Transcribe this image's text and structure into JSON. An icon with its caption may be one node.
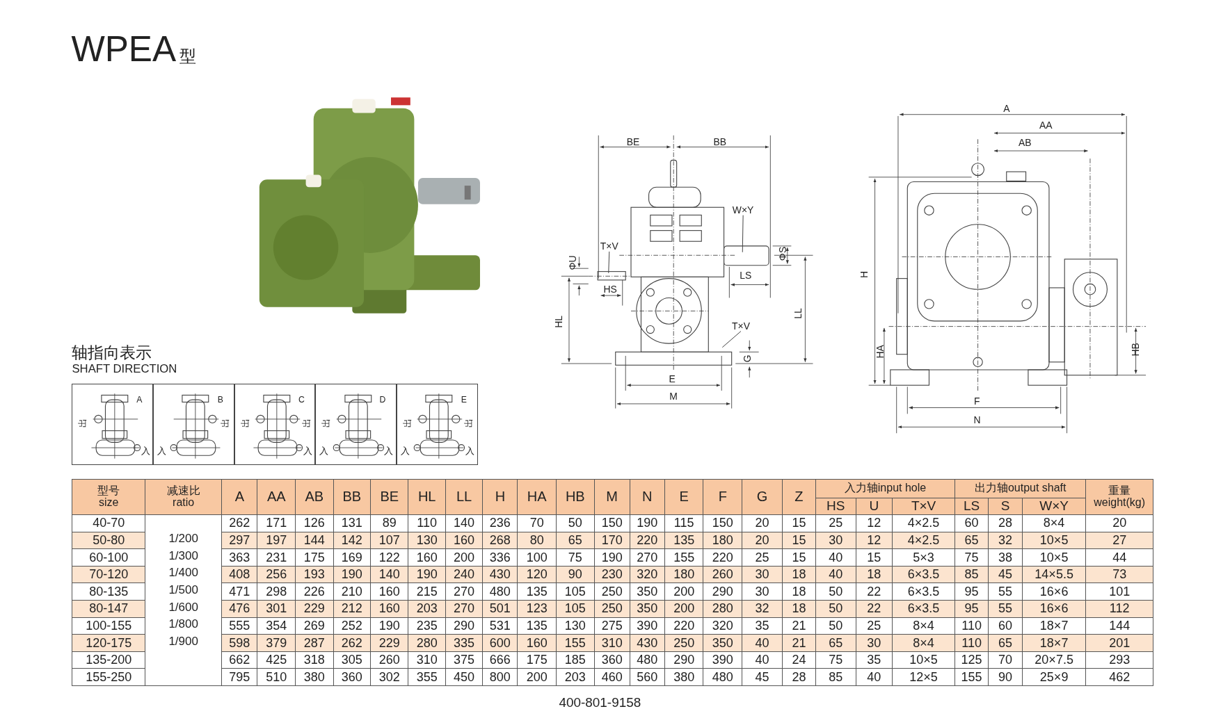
{
  "diagram": {
    "title": "WPEA",
    "nodes": [
      {
        "text": [
          "W×Y"
        ]
      },
      {
        "text": [
          "T×V"
        ]
      },
      {
        "text": [
          "T×V"
        ]
      }
    ],
    "edges": [
      {
        "from": 0,
        "to": null,
        "arrow": "none"
      },
      {
        "from": 1,
        "to": null,
        "arrow": "none"
      },
      {
        "from": 2,
        "to": null,
        "arrow": "none"
      }
    ],
    "labels": [
      "型",
      "BE",
      "BB",
      "ΦU",
      "ΦS",
      "LS",
      "HS",
      "HL",
      "LL",
      "G",
      "E",
      "M",
      "A",
      "AA",
      "AB",
      "H",
      "HA",
      "HB",
      "F",
      "N",
      "轴指向表示",
      "SHAFT DIRECTION",
      "A",
      "出",
      "入",
      "B",
      "出",
      "入",
      "C",
      "出",
      "出",
      "入",
      "D",
      "出",
      "入",
      "入",
      "E",
      "出",
      "出",
      "入",
      "入",
      "型号 size",
      "减速比 ratio",
      "A",
      "AA",
      "AB",
      "BB",
      "BE",
      "HL",
      "LL",
      "H",
      "HA",
      "HB",
      "M",
      "N",
      "E",
      "F",
      "G",
      "Z",
      "入力轴input hole",
      "出力轴output shaft",
      "重量 weight(kg)",
      "HS",
      "U",
      "T×V",
      "LS",
      "S",
      "W×Y",
      "40-70",
      "1/200 1/300 1/400 1/500 1/600 1/800 1/900",
      "262",
      "171",
      "126",
      "131",
      "89",
      "110",
      "140",
      "236",
      "70",
      "50",
      "150",
      "190",
      "115",
      "150",
      "20",
      "15",
      "25",
      "12",
      "4×2.5",
      "60",
      "28",
      "8×4",
      "20",
      "50-80",
      "297",
      "197",
      "144",
      "142",
      "107",
      "130",
      "160",
      "268",
      "80",
      "65",
      "170",
      "220",
      "135",
      "180",
      "20",
      "15",
      "30",
      "12",
      "4×2.5",
      "65",
      "32",
      "10×5",
      "27",
      "60-100",
      "363",
      "231",
      "175",
      "169",
      "122",
      "160",
      "200",
      "336",
      "100",
      "75",
      "190",
      "270",
      "155",
      "220",
      "25",
      "15",
      "40",
      "15",
      "5×3",
      "75",
      "38",
      "10×5",
      "44",
      "70-120",
      "408",
      "256",
      "193",
      "190",
      "140",
      "190",
      "240",
      "430",
      "120",
      "90",
      "230",
      "320",
      "180",
      "260",
      "30",
      "18",
      "40",
      "18",
      "6×3.5",
      "85",
      "45",
      "14×5.5",
      "73",
      "80-135",
      "471",
      "298",
      "226",
      "210",
      "160",
      "215",
      "270",
      "480",
      "135",
      "105",
      "250",
      "350",
      "200",
      "290",
      "30",
      "18",
      "50",
      "22",
      "6×3.5",
      "95",
      "55",
      "16×6",
      "101",
      "80-147",
      "476",
      "301",
      "229",
      "212",
      "160",
      "203",
      "270",
      "501",
      "123",
      "105",
      "250",
      "350",
      "200",
      "280",
      "32",
      "18",
      "50",
      "22",
      "6×3.5",
      "95",
      "55",
      "16×6",
      "112",
      "100-155",
      "555",
      "354",
      "269",
      "252",
      "190",
      "235",
      "290",
      "531",
      "135",
      "130",
      "275",
      "390",
      "220",
      "320",
      "35",
      "21",
      "50",
      "25",
      "8×4",
      "110",
      "60",
      "18×7",
      "144",
      "120-175",
      "598",
      "379",
      "287",
      "262",
      "229",
      "280",
      "335",
      "600",
      "160",
      "155",
      "310",
      "430",
      "250",
      "350",
      "40",
      "21",
      "65",
      "30",
      "8×4",
      "110",
      "65",
      "18×7",
      "201",
      "135-200",
      "662",
      "425",
      "318",
      "305",
      "260",
      "310",
      "375",
      "666",
      "175",
      "185",
      "360",
      "480",
      "290",
      "390",
      "40",
      "24",
      "75",
      "35",
      "10×5",
      "125",
      "70",
      "20×7.5",
      "293",
      "155-250",
      "795",
      "510",
      "380",
      "360",
      "302",
      "355",
      "450",
      "800",
      "200",
      "203",
      "460",
      "560",
      "380",
      "480",
      "45",
      "28",
      "85",
      "40",
      "12×5",
      "155",
      "90",
      "25×9",
      "462",
      "400-801-9158"
    ]
  }
}
